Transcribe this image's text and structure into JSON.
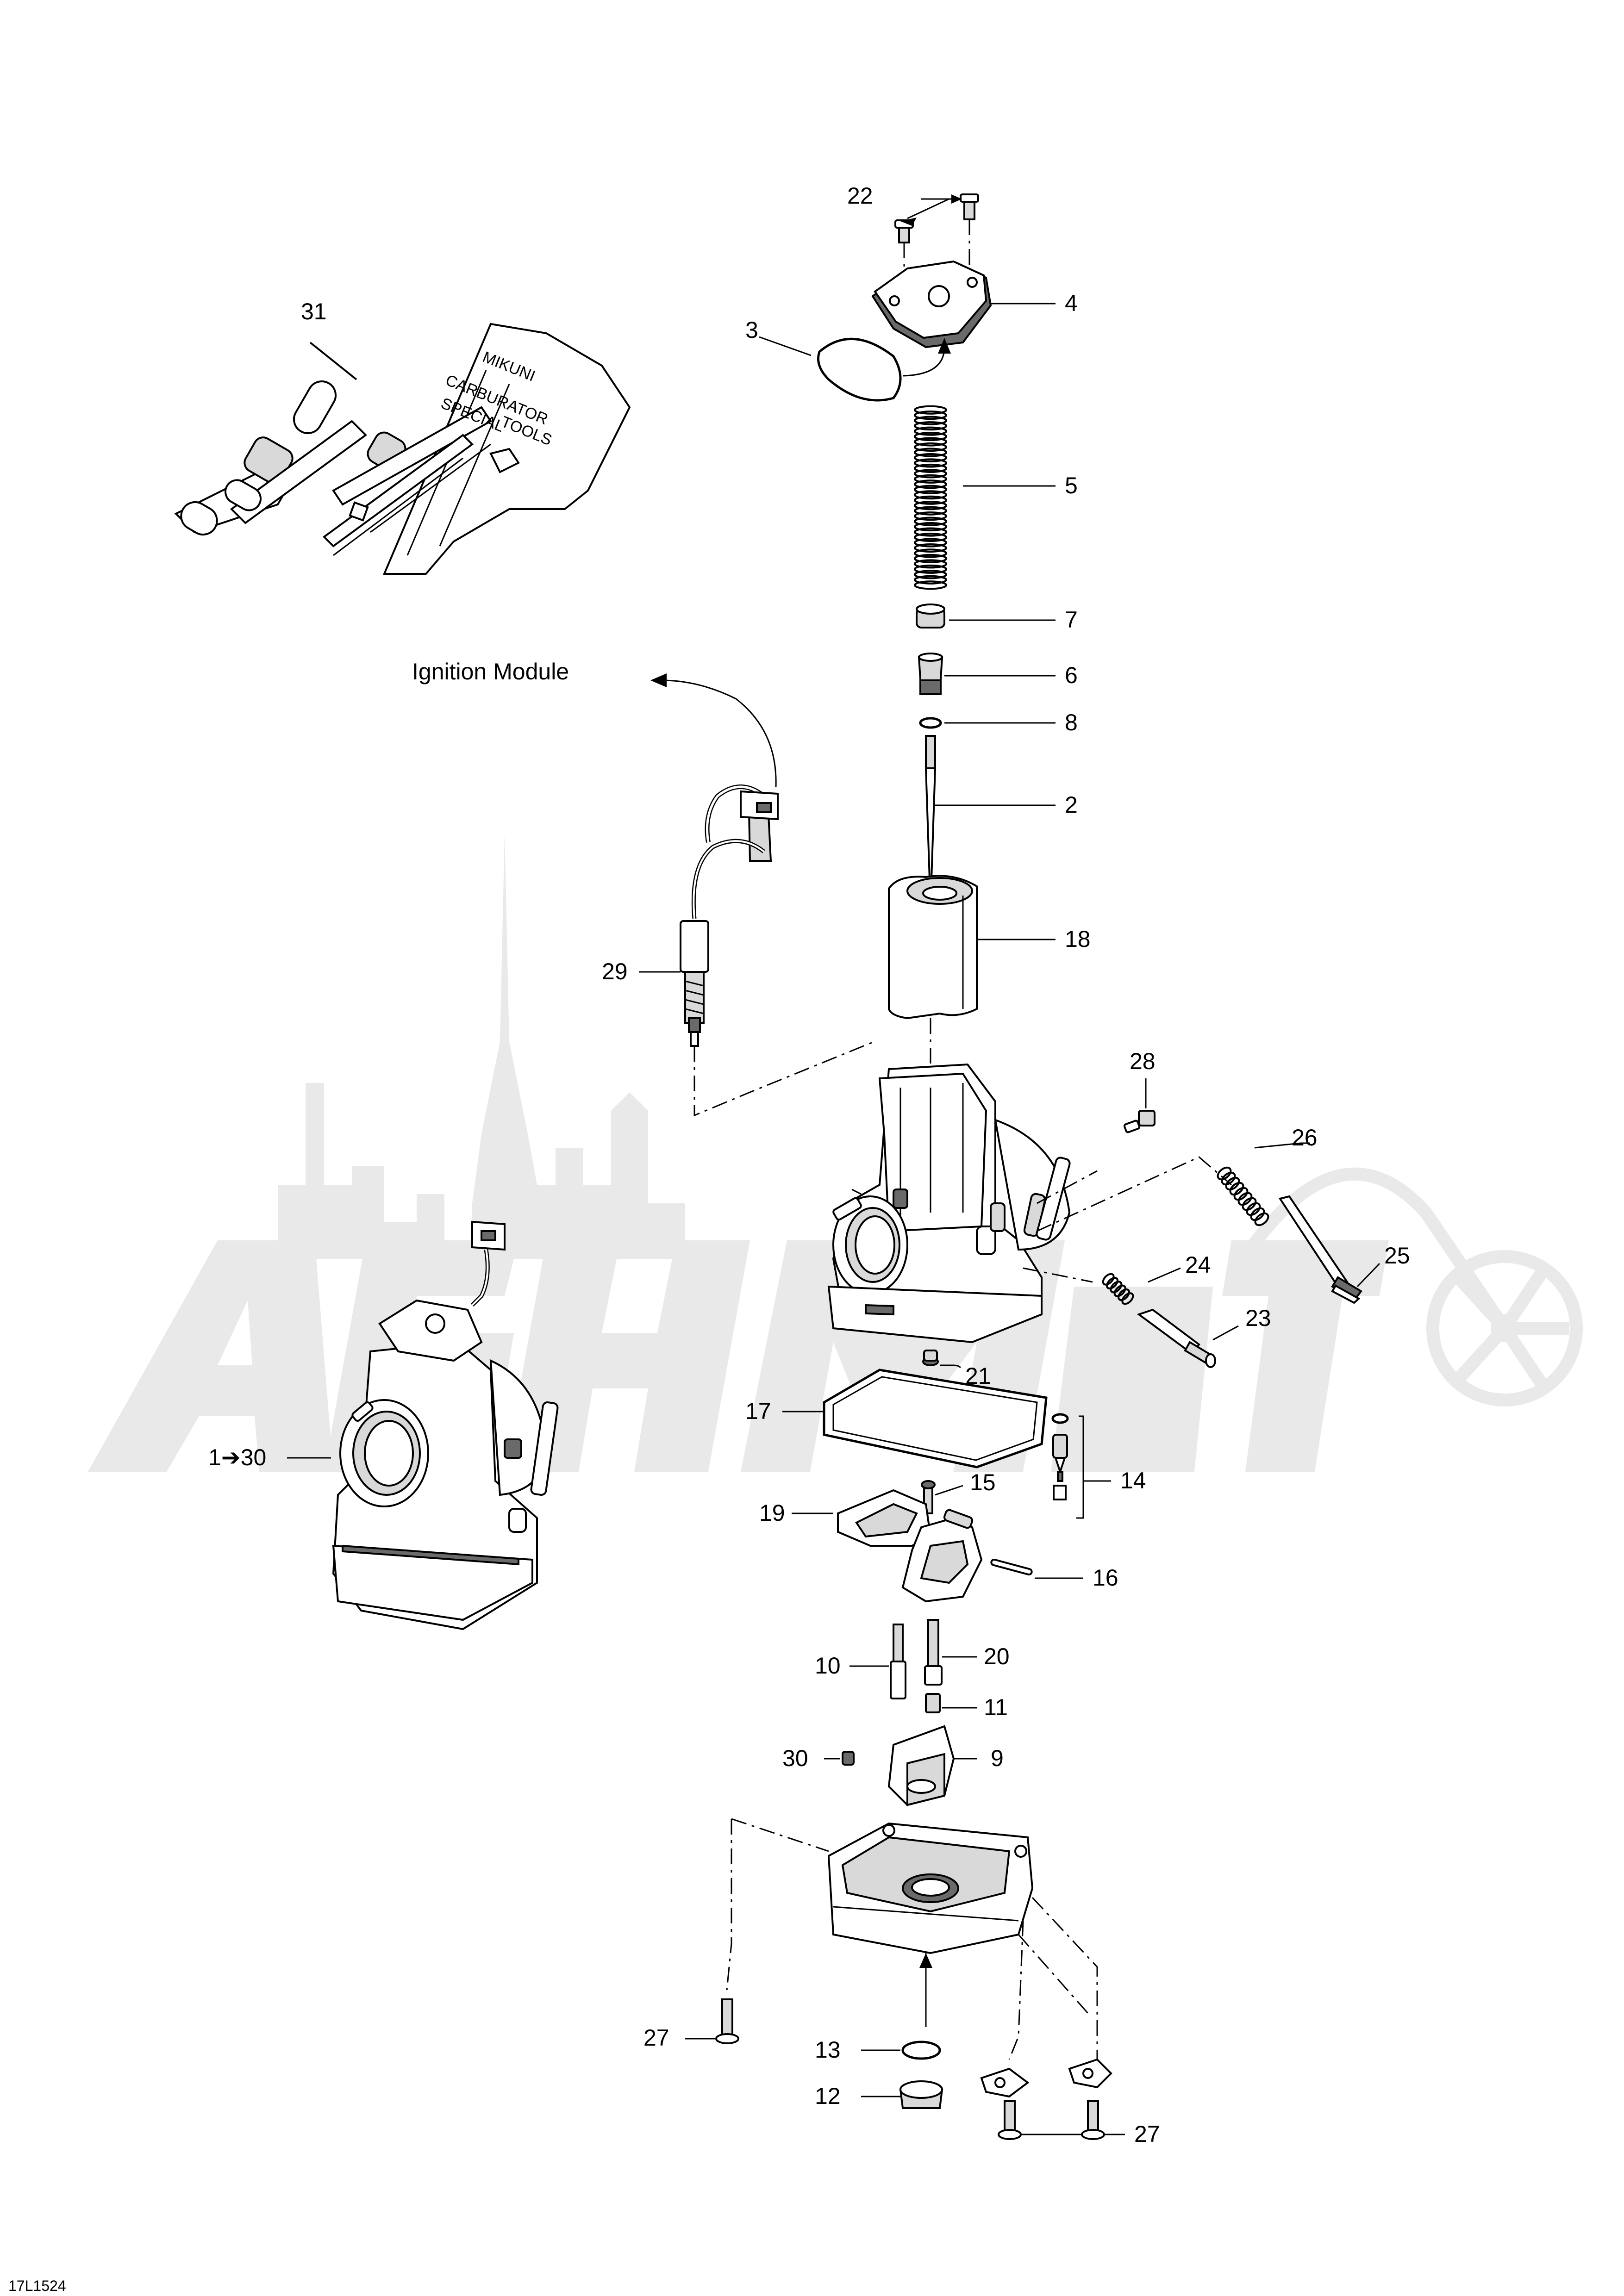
{
  "title": "",
  "figure_code": "17L1524",
  "external_label": "Ignition Module",
  "watermark_text": "AGHMoto",
  "arrow_glyph": "➔",
  "callouts": [
    {
      "id": "c22",
      "text": "22"
    },
    {
      "id": "c4",
      "text": "4"
    },
    {
      "id": "c3",
      "text": "3"
    },
    {
      "id": "c31",
      "text": "31"
    },
    {
      "id": "c5",
      "text": "5"
    },
    {
      "id": "c7",
      "text": "7"
    },
    {
      "id": "c6",
      "text": "6"
    },
    {
      "id": "c8",
      "text": "8"
    },
    {
      "id": "c2",
      "text": "2"
    },
    {
      "id": "c18",
      "text": "18"
    },
    {
      "id": "c29",
      "text": "29"
    },
    {
      "id": "c28",
      "text": "28"
    },
    {
      "id": "c26",
      "text": "26"
    },
    {
      "id": "c25",
      "text": "25"
    },
    {
      "id": "c24",
      "text": "24"
    },
    {
      "id": "c23",
      "text": "23"
    },
    {
      "id": "c21",
      "text": "21"
    },
    {
      "id": "c17",
      "text": "17"
    },
    {
      "id": "c1_30",
      "text": "1➔30"
    },
    {
      "id": "c15",
      "text": "15"
    },
    {
      "id": "c14",
      "text": "14"
    },
    {
      "id": "c19",
      "text": "19"
    },
    {
      "id": "c16",
      "text": "16"
    },
    {
      "id": "c10",
      "text": "10"
    },
    {
      "id": "c20",
      "text": "20"
    },
    {
      "id": "c11",
      "text": "11"
    },
    {
      "id": "c30",
      "text": "30"
    },
    {
      "id": "c9",
      "text": "9"
    },
    {
      "id": "c27a",
      "text": "27"
    },
    {
      "id": "c13",
      "text": "13"
    },
    {
      "id": "c12",
      "text": "12"
    },
    {
      "id": "c27b",
      "text": "27"
    }
  ],
  "tool_kit_text": [
    "MIKUNI",
    "CARBURATOR",
    "SPECIAL",
    "TOOLS"
  ]
}
